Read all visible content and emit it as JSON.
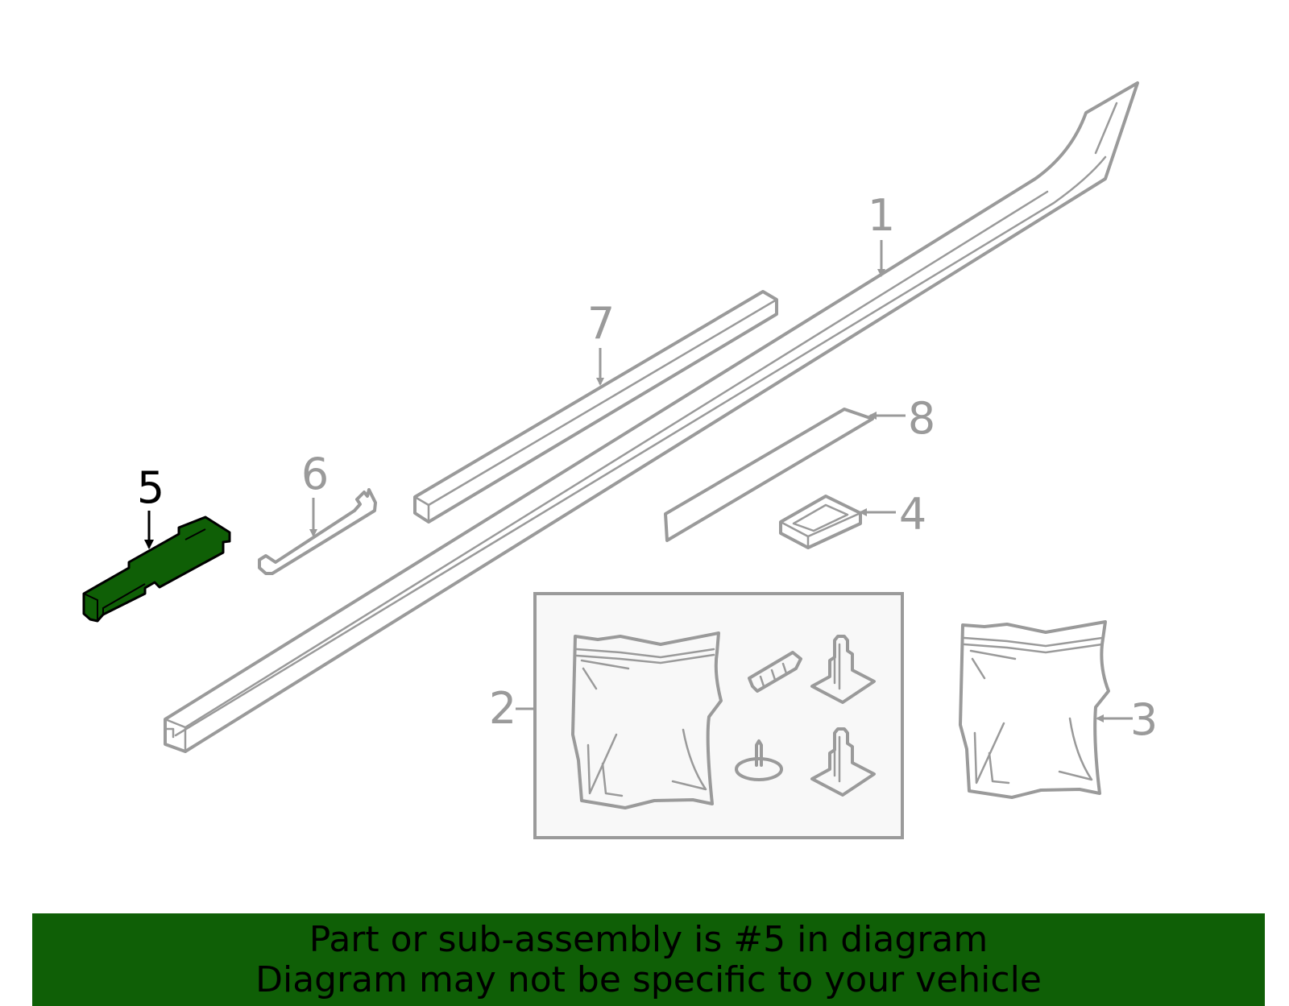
{
  "colors": {
    "highlight_fill": "#0f5f06",
    "banner_background": "#0f5f06",
    "part_stroke": "#9a9a9a",
    "highlight_label": "#000000",
    "kit_box_fill": "#f8f8f8"
  },
  "callouts": [
    {
      "id": "1",
      "label": "1",
      "highlighted": false
    },
    {
      "id": "2",
      "label": "2",
      "highlighted": false
    },
    {
      "id": "3",
      "label": "3",
      "highlighted": false
    },
    {
      "id": "4",
      "label": "4",
      "highlighted": false
    },
    {
      "id": "5",
      "label": "5",
      "highlighted": true
    },
    {
      "id": "6",
      "label": "6",
      "highlighted": false
    },
    {
      "id": "7",
      "label": "7",
      "highlighted": false
    },
    {
      "id": "8",
      "label": "8",
      "highlighted": false
    }
  ],
  "banner": {
    "line1": "Part or sub-assembly is #5 in diagram",
    "line2": "Diagram may not be specific to your vehicle"
  }
}
